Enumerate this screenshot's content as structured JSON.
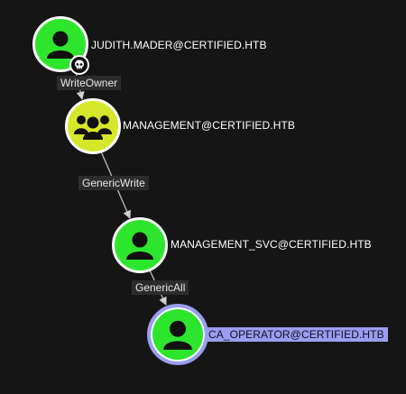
{
  "graph": {
    "background": "#151515",
    "user_node_color": "#2ee52e",
    "group_node_color": "#d6e62a",
    "selected_ring_color": "#9b9df0",
    "edge_color": "#bdbdbd",
    "nodes": [
      {
        "id": "judith",
        "type": "user",
        "icon": "user-icon",
        "label": "JUDITH.MADER@CERTIFIED.HTB",
        "owned": true,
        "owned_icon": "skull-icon",
        "selected": false
      },
      {
        "id": "management",
        "type": "group",
        "icon": "group-icon",
        "label": "MANAGEMENT@CERTIFIED.HTB",
        "owned": false,
        "selected": false
      },
      {
        "id": "management_svc",
        "type": "user",
        "icon": "user-icon",
        "label": "MANAGEMENT_SVC@CERTIFIED.HTB",
        "owned": false,
        "selected": false
      },
      {
        "id": "ca_operator",
        "type": "user",
        "icon": "user-icon",
        "label": "CA_OPERATOR@CERTIFIED.HTB",
        "owned": false,
        "selected": true
      }
    ],
    "edges": [
      {
        "from": "judith",
        "to": "management",
        "label": "WriteOwner"
      },
      {
        "from": "management",
        "to": "management_svc",
        "label": "GenericWrite"
      },
      {
        "from": "management_svc",
        "to": "ca_operator",
        "label": "GenericAll"
      }
    ]
  }
}
